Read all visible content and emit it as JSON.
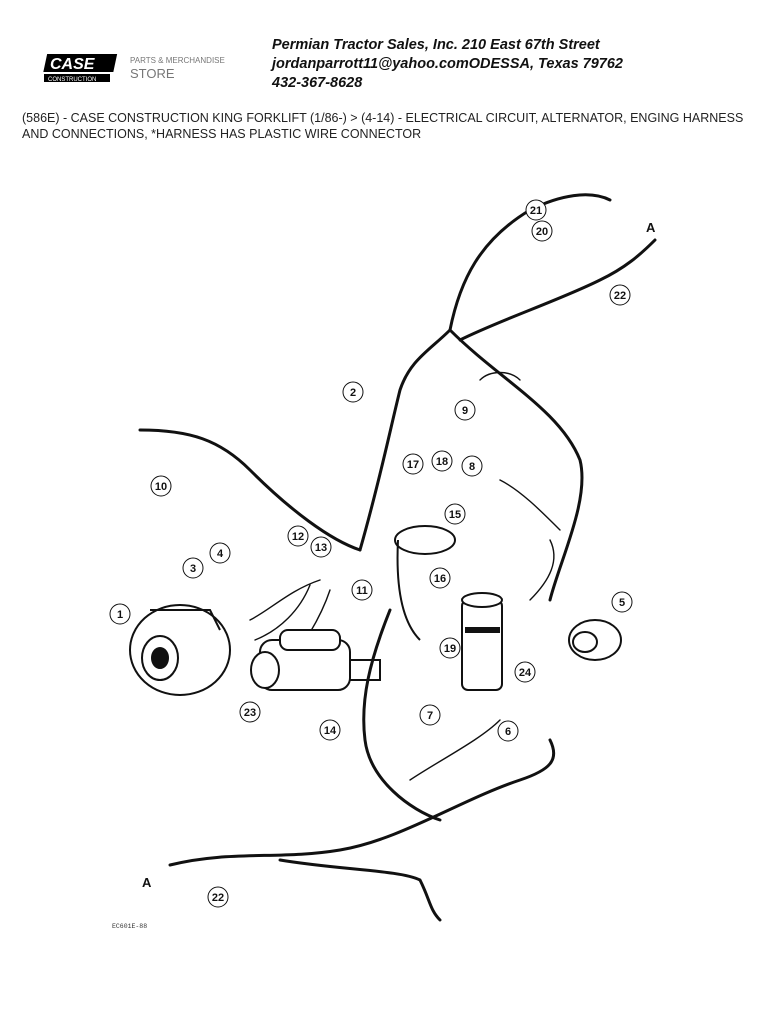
{
  "header": {
    "logo": {
      "brand": "CASE",
      "sub": "CONSTRUCTION",
      "store_line1": "PARTS & MERCHANDISE",
      "store_line2": "STORE",
      "icon": "case-logo-icon"
    },
    "dealer": {
      "line1": "Permian Tractor Sales, Inc.   210 East 67th Street",
      "line2": "jordanparrott11@yahoo.comODESSA, Texas 79762",
      "line3": "432-367-8628"
    }
  },
  "title": "(586E) - CASE CONSTRUCTION KING FORKLIFT (1/86-) > (4-14) - ELECTRICAL CIRCUIT, ALTERNATOR, ENGING HARNESS AND CONNECTIONS, *HARNESS HAS PLASTIC WIRE CONNECTOR",
  "diagram": {
    "callouts": [
      "1",
      "2",
      "3",
      "4",
      "5",
      "6",
      "7",
      "8",
      "9",
      "10",
      "11",
      "12",
      "13",
      "14",
      "15",
      "16",
      "17",
      "18",
      "19",
      "20",
      "21",
      "22",
      "22",
      "23",
      "24"
    ],
    "connector_labels": [
      "A",
      "A"
    ],
    "drawing_code": "EC601E-88"
  }
}
